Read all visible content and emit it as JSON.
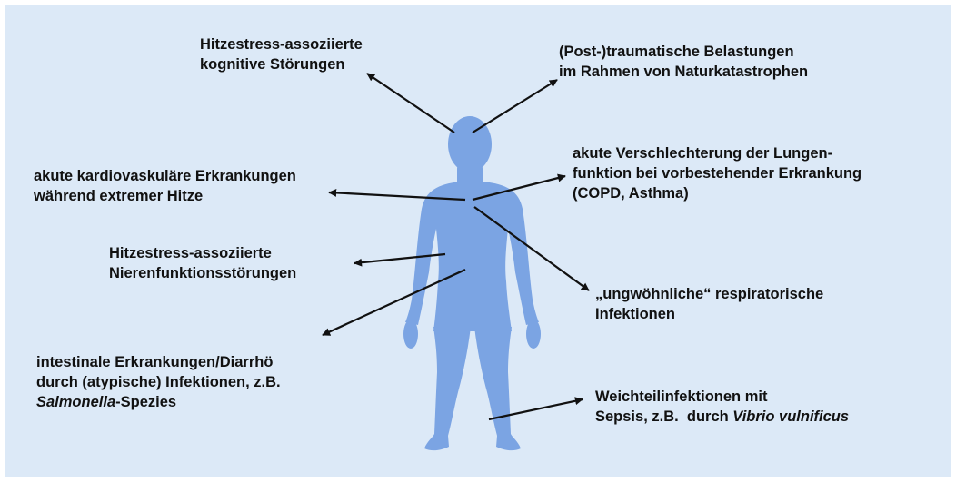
{
  "colors": {
    "background": "#dce9f7",
    "figure": "#7ba4e3",
    "arrow": "#111111",
    "text": "#111111"
  },
  "labels": {
    "cognitive": {
      "lines": [
        "Hitzestress-assoziierte",
        "kognitive Störungen"
      ]
    },
    "trauma": {
      "lines": [
        "(Post-)traumatische Belastungen",
        "im Rahmen von Naturkatastrophen"
      ]
    },
    "cardio": {
      "lines": [
        "akute kardiovaskuläre Erkrankungen",
        "während extremer Hitze"
      ]
    },
    "lung": {
      "lines": [
        "akute Verschlechterung der Lungen-",
        "funktion bei vorbestehender Erkrankung",
        "(COPD, Asthma)"
      ]
    },
    "kidney": {
      "lines": [
        "Hitzestress-assoziierte",
        "Nierenfunktionsstörungen"
      ]
    },
    "respiratory": {
      "lines": [
        "„ungwöhnliche“ respiratorische",
        "Infektionen"
      ]
    },
    "intestinal": {
      "line1": "intestinale Erkrankungen/Diarrhö",
      "line2": "durch (atypische) Infektionen, z.B.",
      "line3_italic": "Salmonella",
      "line3_rest": "-Spezies"
    },
    "softtissue": {
      "line1": "Weichteilinfektionen mit",
      "line2_prefix": "Sepsis, z.B.  durch ",
      "line2_italic": "Vibrio vulnificus"
    }
  }
}
